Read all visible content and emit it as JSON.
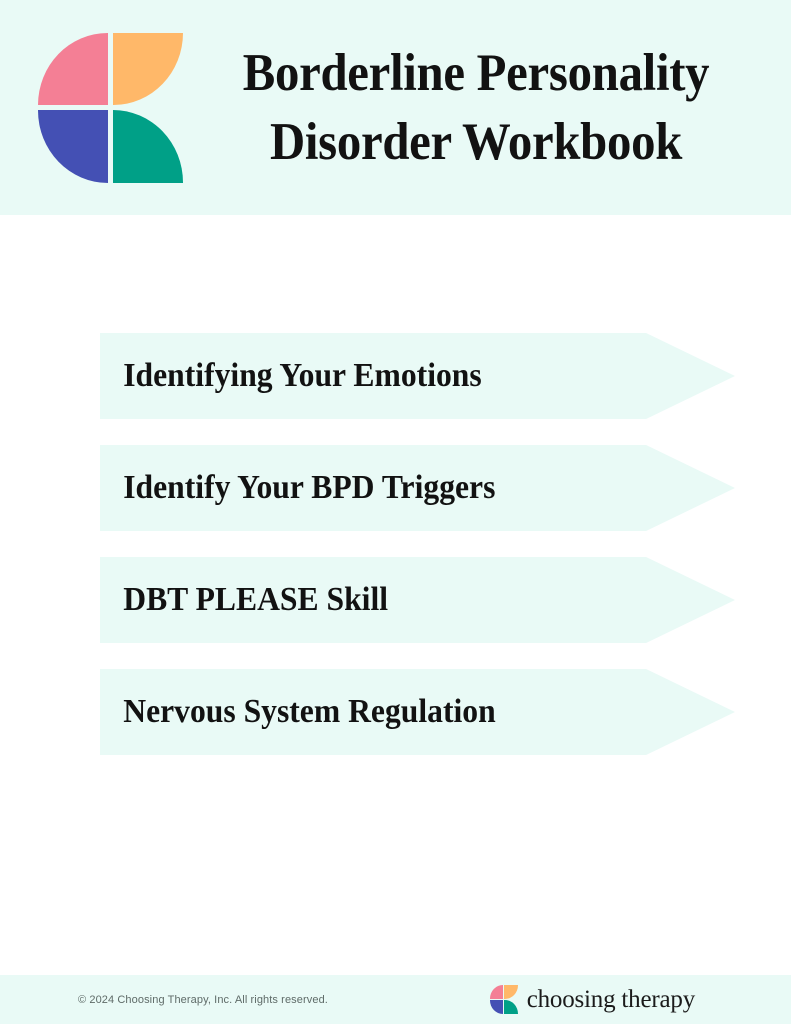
{
  "document": {
    "title_line1": "Borderline Personality",
    "title_line2": "Disorder Workbook",
    "title_full": "Borderline Personality\nDisorder Workbook"
  },
  "brand": {
    "logo_name": "choosing-therapy-logo",
    "wordmark": "choosing therapy",
    "colors": {
      "pink": "#f47f95",
      "orange": "#ffb869",
      "blue": "#4450b4",
      "teal": "#00a087"
    }
  },
  "theme": {
    "header_background": "#e9faf6",
    "page_background": "#ffffff",
    "item_background": "#e9faf6",
    "footer_background": "#e9faf6",
    "text_color": "#121212",
    "footer_text_color": "#5f6b68"
  },
  "main": {
    "items": [
      {
        "label": "Identifying Your Emotions"
      },
      {
        "label": "Identify Your BPD Triggers"
      },
      {
        "label": "DBT PLEASE Skill"
      },
      {
        "label": "Nervous System Regulation"
      }
    ]
  },
  "footer": {
    "copyright": "© 2024 Choosing Therapy, Inc. All rights reserved."
  }
}
